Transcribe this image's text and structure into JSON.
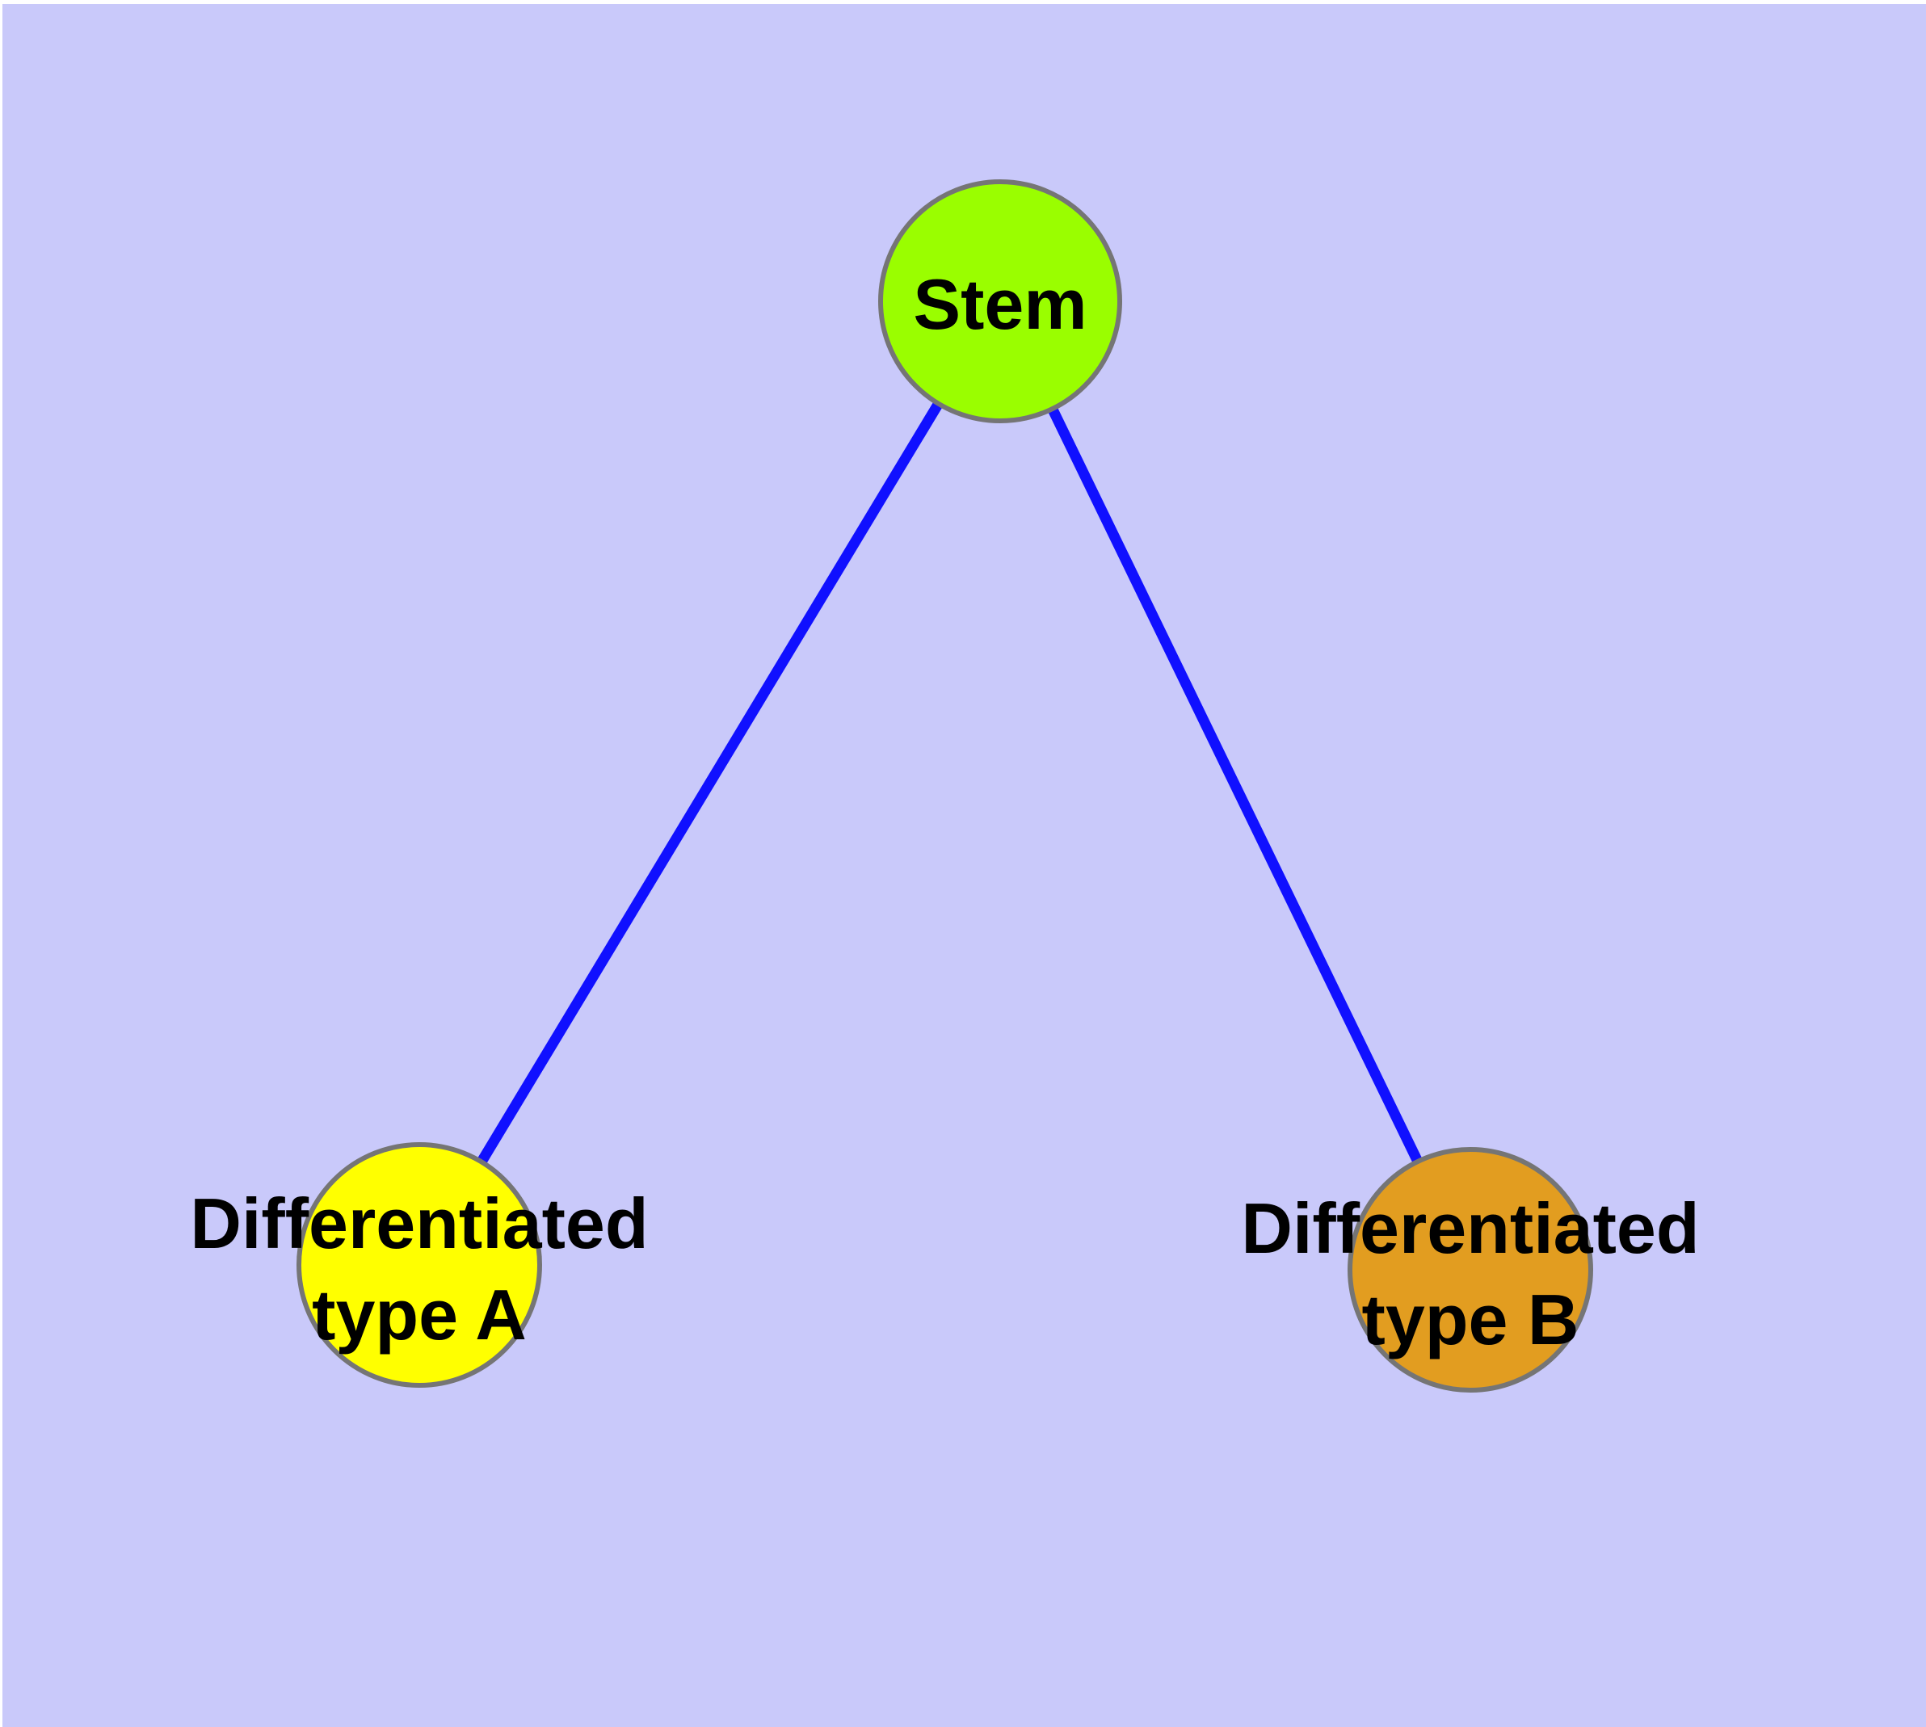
{
  "figure": {
    "background_color": "#C9C9FA",
    "edge_color": "#1010FF",
    "node_border_color": "#757575",
    "label_color": "#000000",
    "nodes": [
      {
        "id": "stem",
        "label": "Stem",
        "fill": "#9AFE00"
      },
      {
        "id": "differentiated-type-a",
        "label": "Differentiated type A",
        "label_line1": "Differentiated",
        "label_line2": "type A",
        "fill": "#FFFF00"
      },
      {
        "id": "differentiated-type-b",
        "label": "Differentiated type B",
        "label_line1": "Differentiated",
        "label_line2": "type B",
        "fill": "#E29D20"
      }
    ],
    "edges": [
      {
        "from": "Stem",
        "to": "Differentiated type A"
      },
      {
        "from": "Stem",
        "to": "Differentiated type B"
      }
    ]
  }
}
